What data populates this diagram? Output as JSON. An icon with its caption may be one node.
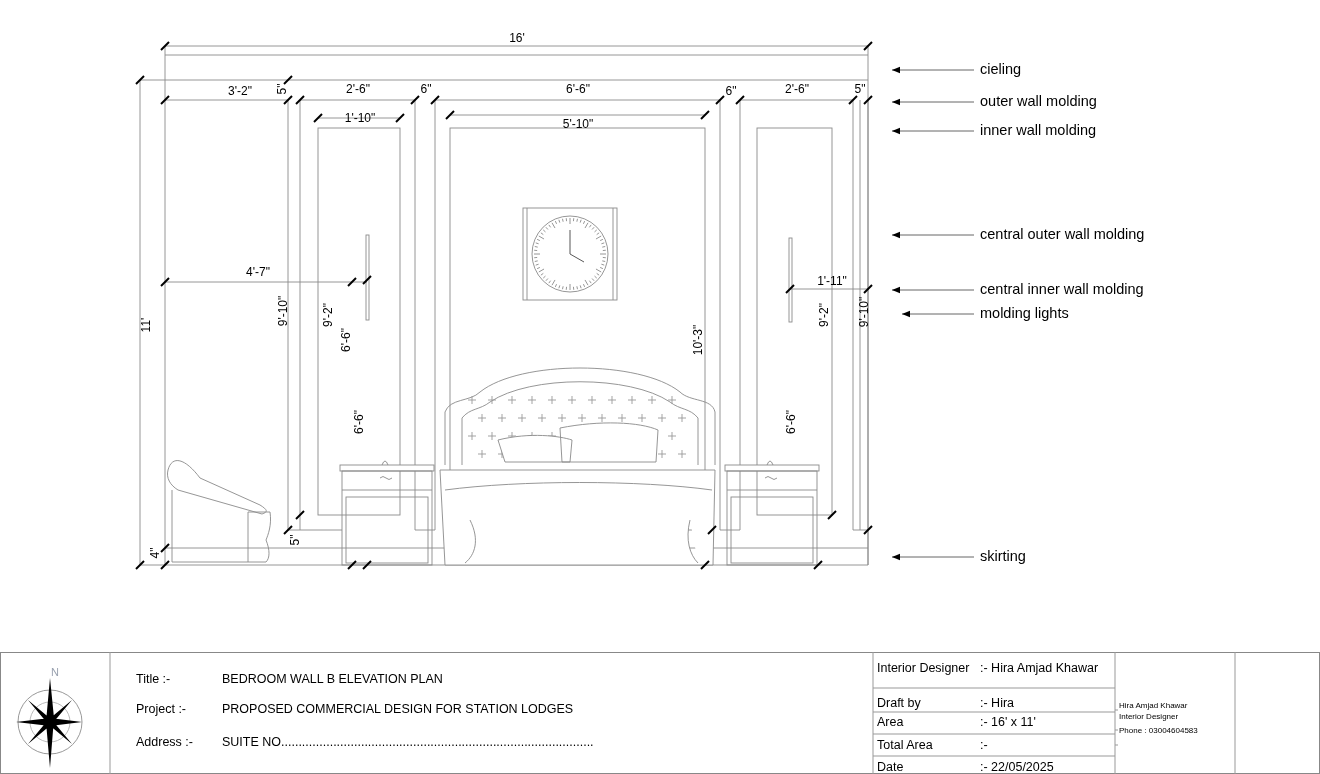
{
  "diagram": {
    "nodes": [
      {
        "text": [
          "cieling"
        ]
      },
      {
        "text": [
          "outer wall molding"
        ]
      },
      {
        "text": [
          "inner wall molding"
        ]
      },
      {
        "text": [
          "central outer wall molding"
        ]
      },
      {
        "text": [
          "central inner wall molding"
        ]
      },
      {
        "text": [
          "molding lights"
        ]
      },
      {
        "text": [
          "skirting"
        ]
      }
    ],
    "edges": [
      {
        "from": 0,
        "to": null,
        "arrow": "to"
      },
      {
        "from": 1,
        "to": null,
        "arrow": "to"
      },
      {
        "from": 2,
        "to": null,
        "arrow": "to"
      },
      {
        "from": 3,
        "to": null,
        "arrow": "to"
      },
      {
        "from": 4,
        "to": null,
        "arrow": "to"
      },
      {
        "from": 5,
        "to": null,
        "arrow": "to"
      },
      {
        "from": 6,
        "to": null,
        "arrow": "to"
      }
    ],
    "labels": [
      "16'",
      "3'-2\"",
      "5\"",
      "2'-6\"",
      "6\"",
      "6'-6\"",
      "6\"",
      "2'-6\"",
      "5\"",
      "1'-10\"",
      "5'-10\"",
      "4'-7\"",
      "1'-11\"",
      "9'-10\"",
      "9'-2\"",
      "6'-6\"",
      "11'",
      "10'-3\"",
      "9'-2\"",
      "9'-10\"",
      "6'-6\"",
      "6'-6\"",
      "5\"",
      "4\"",
      "N",
      "Title :-",
      "BEDROOM WALL B ELEVATION PLAN",
      "Project :-",
      "PROPOSED COMMERCIAL DESIGN FOR STATION LODGES",
      "Address :-",
      "SUITE NO..........................................................................................",
      "Interior Designer",
      ":- Hira Amjad Khawar",
      "Draft by",
      ":- Hira",
      "Area",
      ":-  16' x 11'",
      "Total Area",
      ":-",
      "Date",
      ":- 22/05/2025",
      "Hira Amjad Khawar",
      "Interior Designer",
      "Phone : 03004604583"
    ]
  }
}
